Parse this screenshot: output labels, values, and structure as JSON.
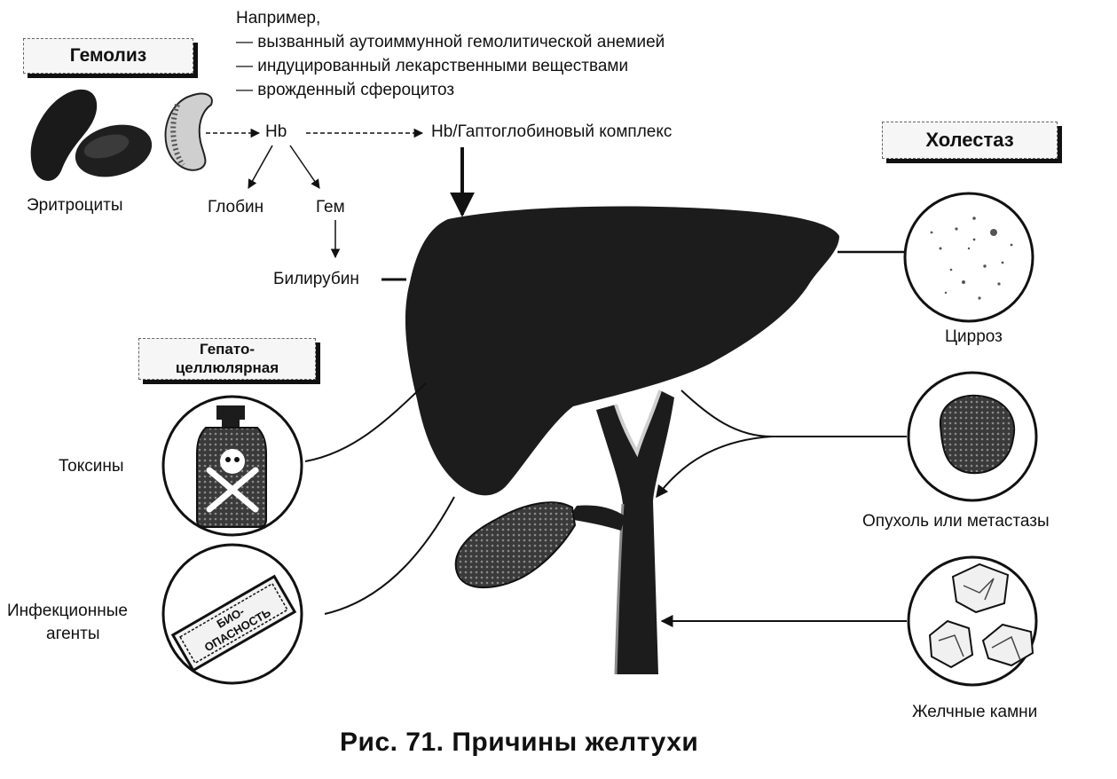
{
  "example_note": {
    "heading": "Например,",
    "items": [
      "— вызванный аутоиммунной гемолитической анемией",
      "— индуцированный лекарственными веществами",
      "— врожденный сфероцитоз"
    ]
  },
  "sections": {
    "hemolysis": "Гемолиз",
    "cholestasis": "Холестаз",
    "hepatocellular_line1": "Гепато-",
    "hepatocellular_line2": "целлюлярная"
  },
  "pathway": {
    "erythrocytes": "Эритроциты",
    "hb": "Hb",
    "complex": "Hb/Гаптоглобиновый комплекс",
    "globin": "Глобин",
    "heme": "Гем",
    "bilirubin": "Билирубин"
  },
  "causes": {
    "toxins": "Токсины",
    "infectious_line1": "Инфекционные",
    "infectious_line2": "агенты",
    "cirrhosis": "Цирроз",
    "tumor": "Опухоль или метастазы",
    "gallstones": "Желчные камни"
  },
  "biohazard_sign_line1": "БИО-",
  "biohazard_sign_line2": "ОПАСНОСТЬ",
  "caption": "Рис. 71. Причины желтухи",
  "colors": {
    "ink": "#111111",
    "box_fill": "#f6f6f6",
    "background": "#ffffff"
  }
}
